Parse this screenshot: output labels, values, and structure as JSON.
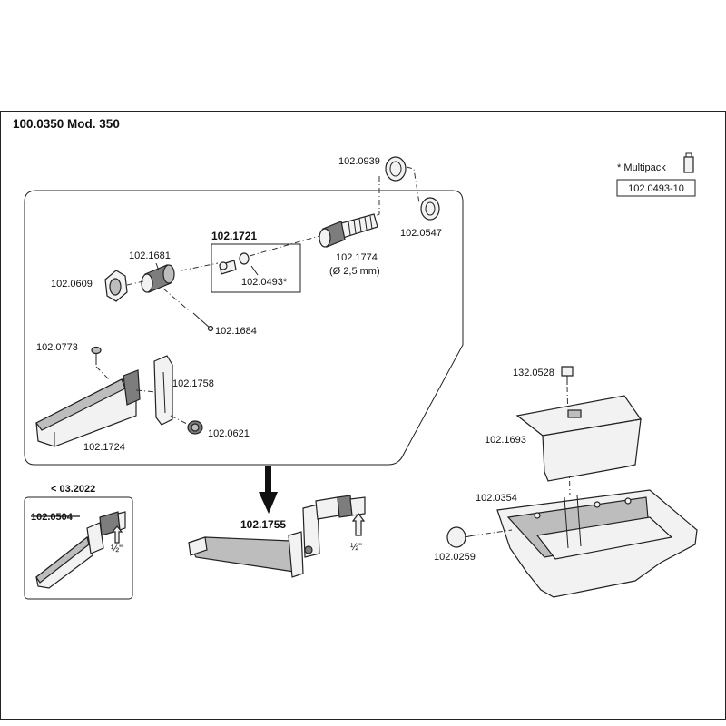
{
  "title": "100.0350 Mod. 350",
  "multipack": {
    "label": "* Multipack",
    "code": "102.0493-10"
  },
  "labels": {
    "p0939": "102.0939",
    "p0547": "102.0547",
    "p1721": "102.1721",
    "p1681": "102.1681",
    "p1774": "102.1774",
    "p1774_note": "(Ø 2,5 mm)",
    "p0609": "102.0609",
    "p0493": "102.0493*",
    "p1684": "102.1684",
    "p0773": "102.0773",
    "p1758": "102.1758",
    "p0621": "102.0621",
    "p1724": "102.1724",
    "p1755": "102.1755",
    "p0528": "132.0528",
    "p1693": "102.1693",
    "p0354": "102.0354",
    "p0259": "102.0259"
  },
  "legacy": {
    "date": "< 03.2022",
    "part": "102.0504",
    "thread": "½\""
  },
  "new_thread": "½\""
}
